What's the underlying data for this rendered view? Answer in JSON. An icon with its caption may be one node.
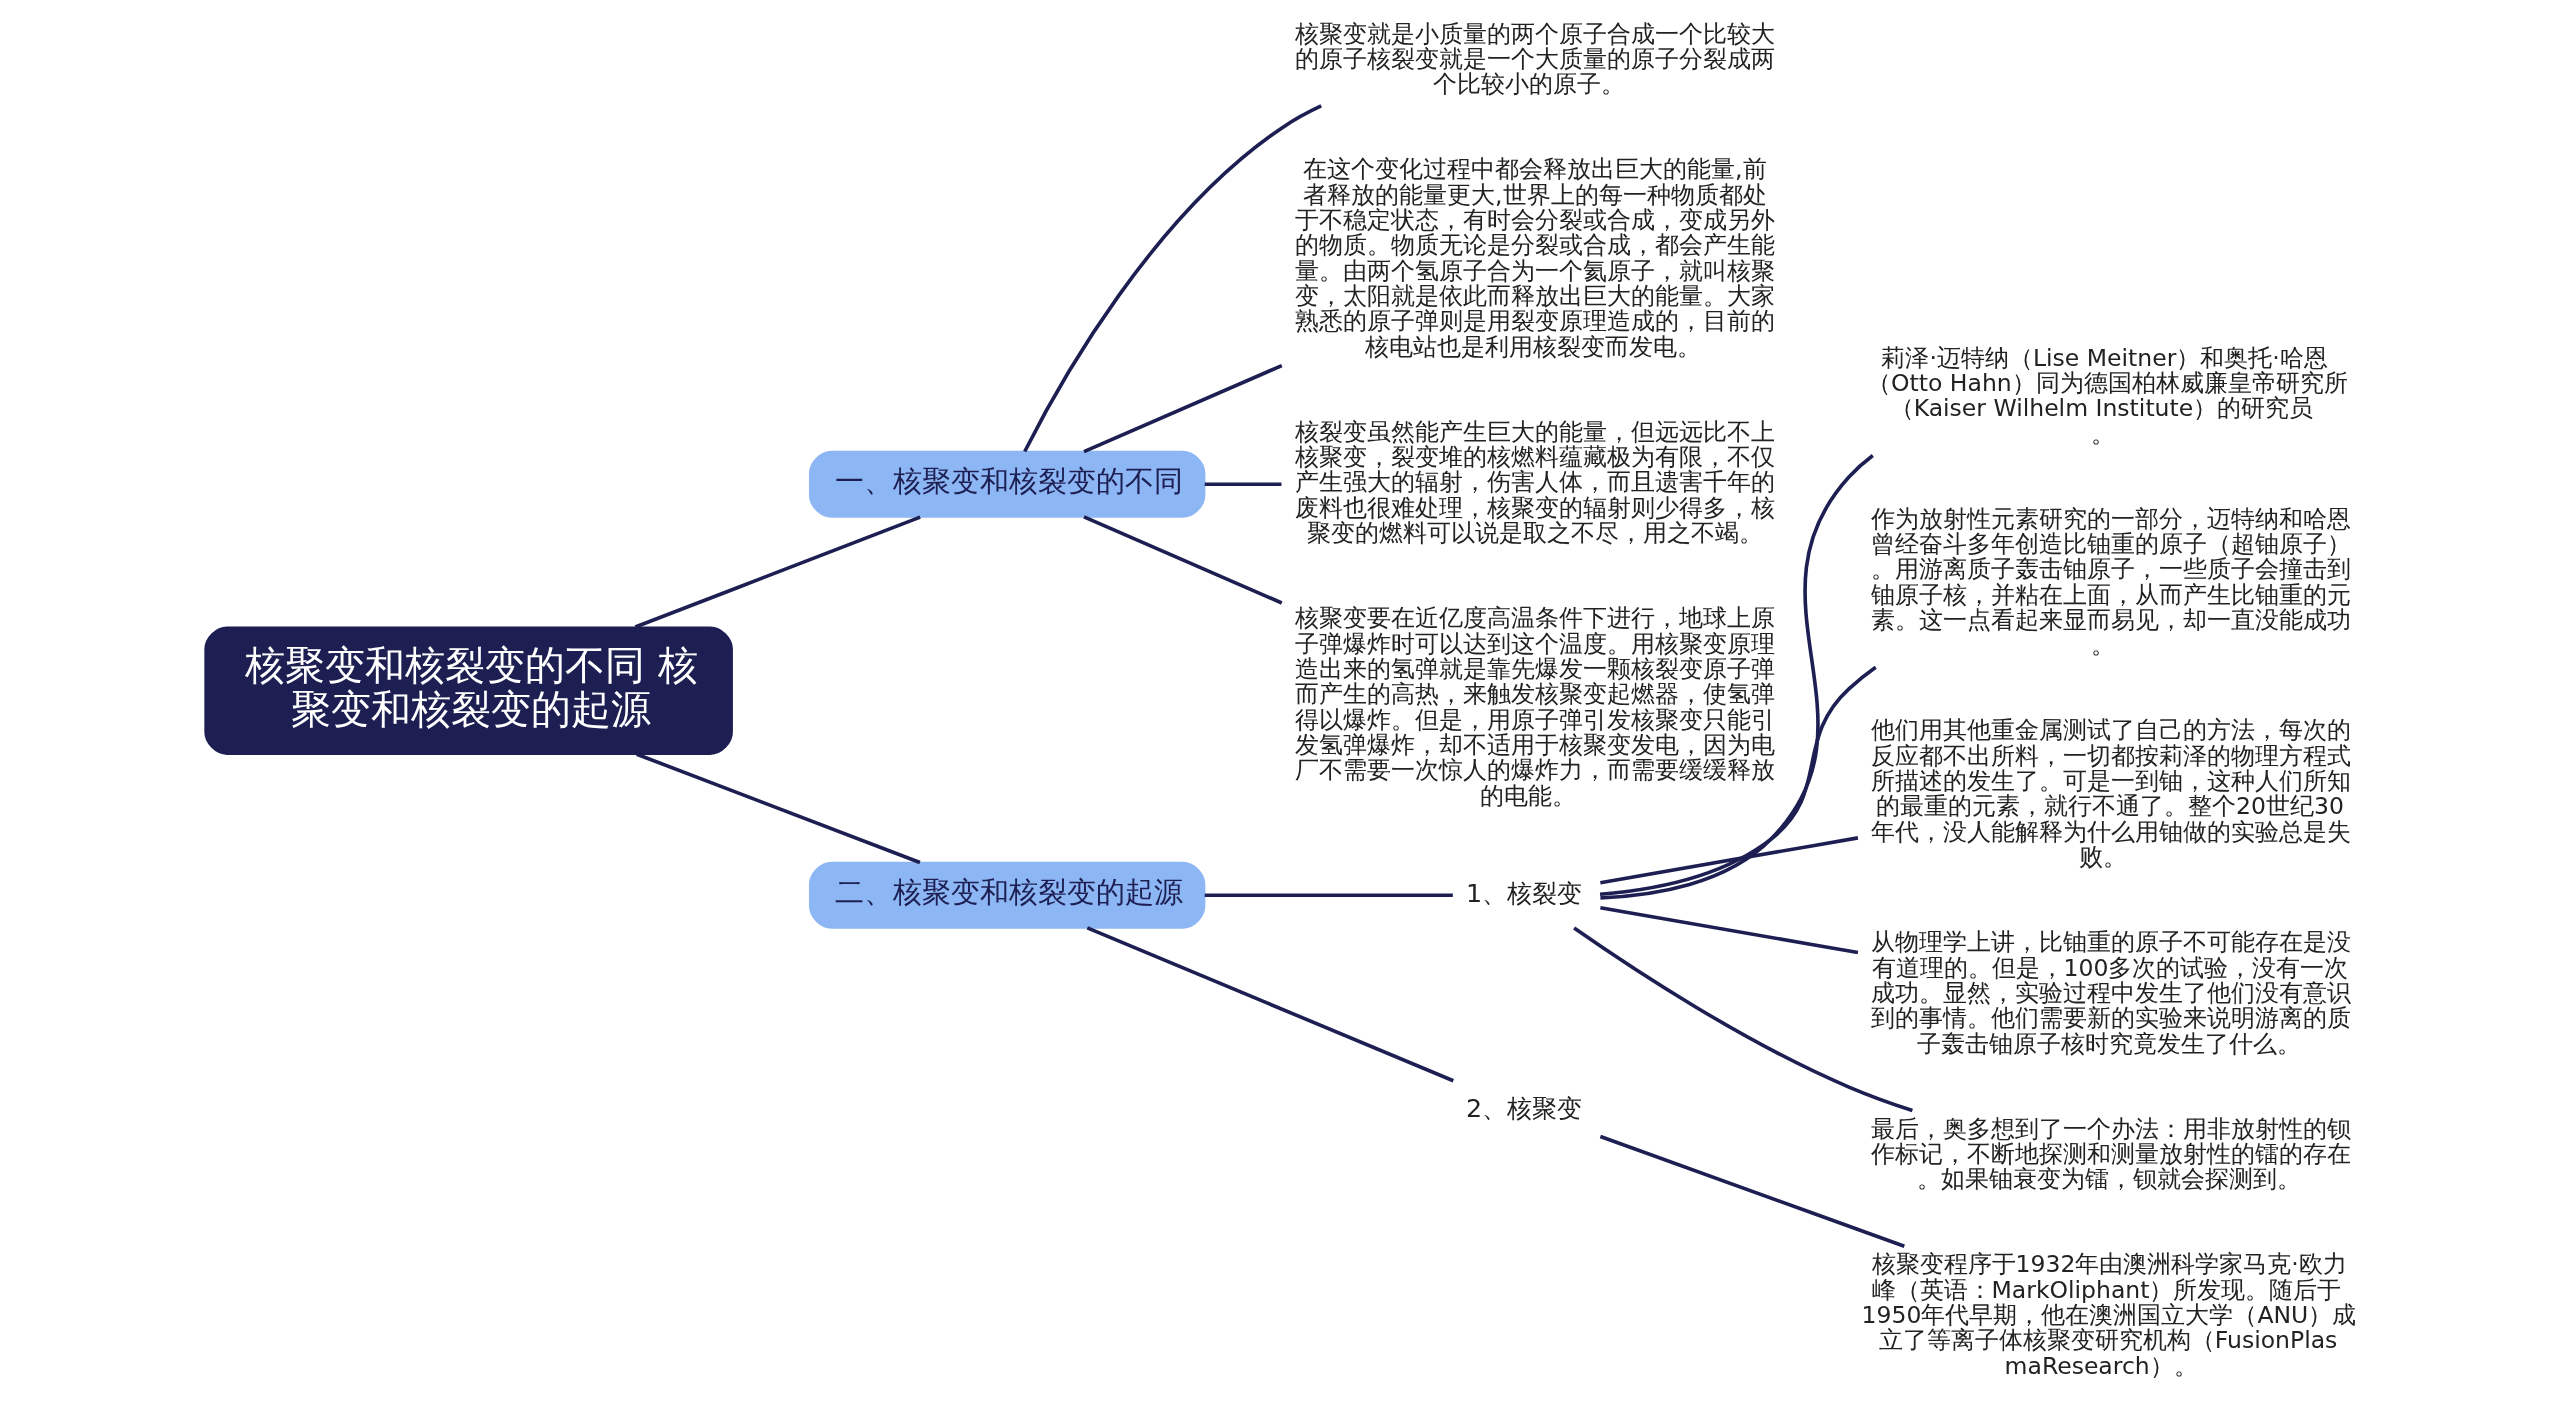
{
  "diagram": {
    "nodes": [
      {
        "text": [
          "核聚变和核裂变的不同 核聚变和核裂变的起源"
        ]
      },
      {
        "text": [
          "一、核聚变和核裂变的不同"
        ]
      },
      {
        "text": [
          "核聚变就是小质量的两个原子合成一个比较大的原子核裂变就是一个大质量的原子分裂成两个比较小的原子。"
        ]
      },
      {
        "text": [
          "在这个变化过程中都会释放出巨大的能量,前者释放的能量更大,世界上的每一种物质都处于不稳定状态，有时会分裂或合成，变成另外的物质。物质无论是分裂或合成，都会产生能量。由两个氢原子合为一个氦原子，就叫核聚变，太阳就是依此而释放出巨大的能量。大家熟悉的原子弹则是用裂变原理造成的，目前的核电站也是利用核裂变而发电。"
        ]
      },
      {
        "text": [
          "核裂变虽然能产生巨大的能量，但远远比不上核聚变，裂变堆的核燃料蕴藏极为有限，不仅产生强大的辐射，伤害人体，而且遗害千年的废料也很难处理，核聚变的辐射则少得多，核聚变的燃料可以说是取之不尽，用之不竭。"
        ]
      },
      {
        "text": [
          "核聚变要在近亿度高温条件下进行，地球上原子弹爆炸时可以达到这个温度。用核聚变原理造出来的氢弹就是靠先爆发一颗核裂变原子弹而产生的高热，来触发核聚变起燃器，使氢弹得以爆炸。但是，用原子弹引发核聚变只能引发氢弹爆炸，却不适用于核聚变发电，因为电厂不需要一次惊人的爆炸力，而需要缓缓释放的电能。"
        ]
      },
      {
        "text": [
          "二、核聚变和核裂变的起源"
        ]
      },
      {
        "text": [
          "1、核裂变"
        ]
      },
      {
        "text": [
          "莉泽·迈特纳（Lise Meitner）和奥托·哈恩（Otto Hahn）同为德国柏林威廉皇帝研究所（Kaiser Wilhelm Institute）的研究员。"
        ]
      },
      {
        "text": [
          "作为放射性元素研究的一部分，迈特纳和哈恩曾经奋斗多年创造比铀重的原子（超铀原子）。用游离质子轰击铀原子，一些质子会撞击到铀原子核，并粘在上面，从而产生比铀重的元素。这一点看起来显而易见，却一直没能成功。"
        ]
      },
      {
        "text": [
          "他们用其他重金属测试了自己的方法，每次的反应都不出所料，一切都按莉泽的物理方程式所描述的发生了。可是一到铀，这种人们所知的最重的元素，就行不通了。整个20世纪30年代，没人能解释为什么用铀做的实验总是失败。"
        ]
      },
      {
        "text": [
          "从物理学上讲，比铀重的原子不可能存在是没有道理的。但是，100多次的试验，没有一次成功。显然，实验过程中发生了他们没有意识到的事情。他们需要新的实验来说明游离的质子轰击铀原子核时究竟发生了什么。"
        ]
      },
      {
        "text": [
          "最后，奥多想到了一个办法：用非放射性的钡作标记，不断地探测和测量放射性的镭的存在。如果铀衰变为镭，钡就会探测到。"
        ]
      },
      {
        "text": [
          "2、核聚变"
        ]
      },
      {
        "text": [
          "核聚变程序于1932年由澳洲科学家马克·欧力峰（英语：MarkOliphant）所发现。随后于1950年代早期，他在澳洲国立大学（ANU）成立了等离子体核聚变研究机构（FusionPlasmaResearch）。"
        ]
      }
    ],
    "edges": [
      {
        "from": 0,
        "to": 1,
        "arrow": "none"
      },
      {
        "from": 1,
        "to": 2,
        "arrow": "none"
      },
      {
        "from": 1,
        "to": 3,
        "arrow": "none"
      },
      {
        "from": 1,
        "to": 4,
        "arrow": "none"
      },
      {
        "from": 1,
        "to": 5,
        "arrow": "none"
      },
      {
        "from": 0,
        "to": 6,
        "arrow": "none"
      },
      {
        "from": 6,
        "to": 7,
        "arrow": "none"
      },
      {
        "from": 7,
        "to": 8,
        "arrow": "none"
      },
      {
        "from": 7,
        "to": 9,
        "arrow": "none"
      },
      {
        "from": 7,
        "to": 10,
        "arrow": "none"
      },
      {
        "from": 7,
        "to": 11,
        "arrow": "none"
      },
      {
        "from": 7,
        "to": 12,
        "arrow": "none"
      },
      {
        "from": 6,
        "to": 13,
        "arrow": "none"
      },
      {
        "from": 13,
        "to": 14,
        "arrow": "none"
      }
    ]
  }
}
